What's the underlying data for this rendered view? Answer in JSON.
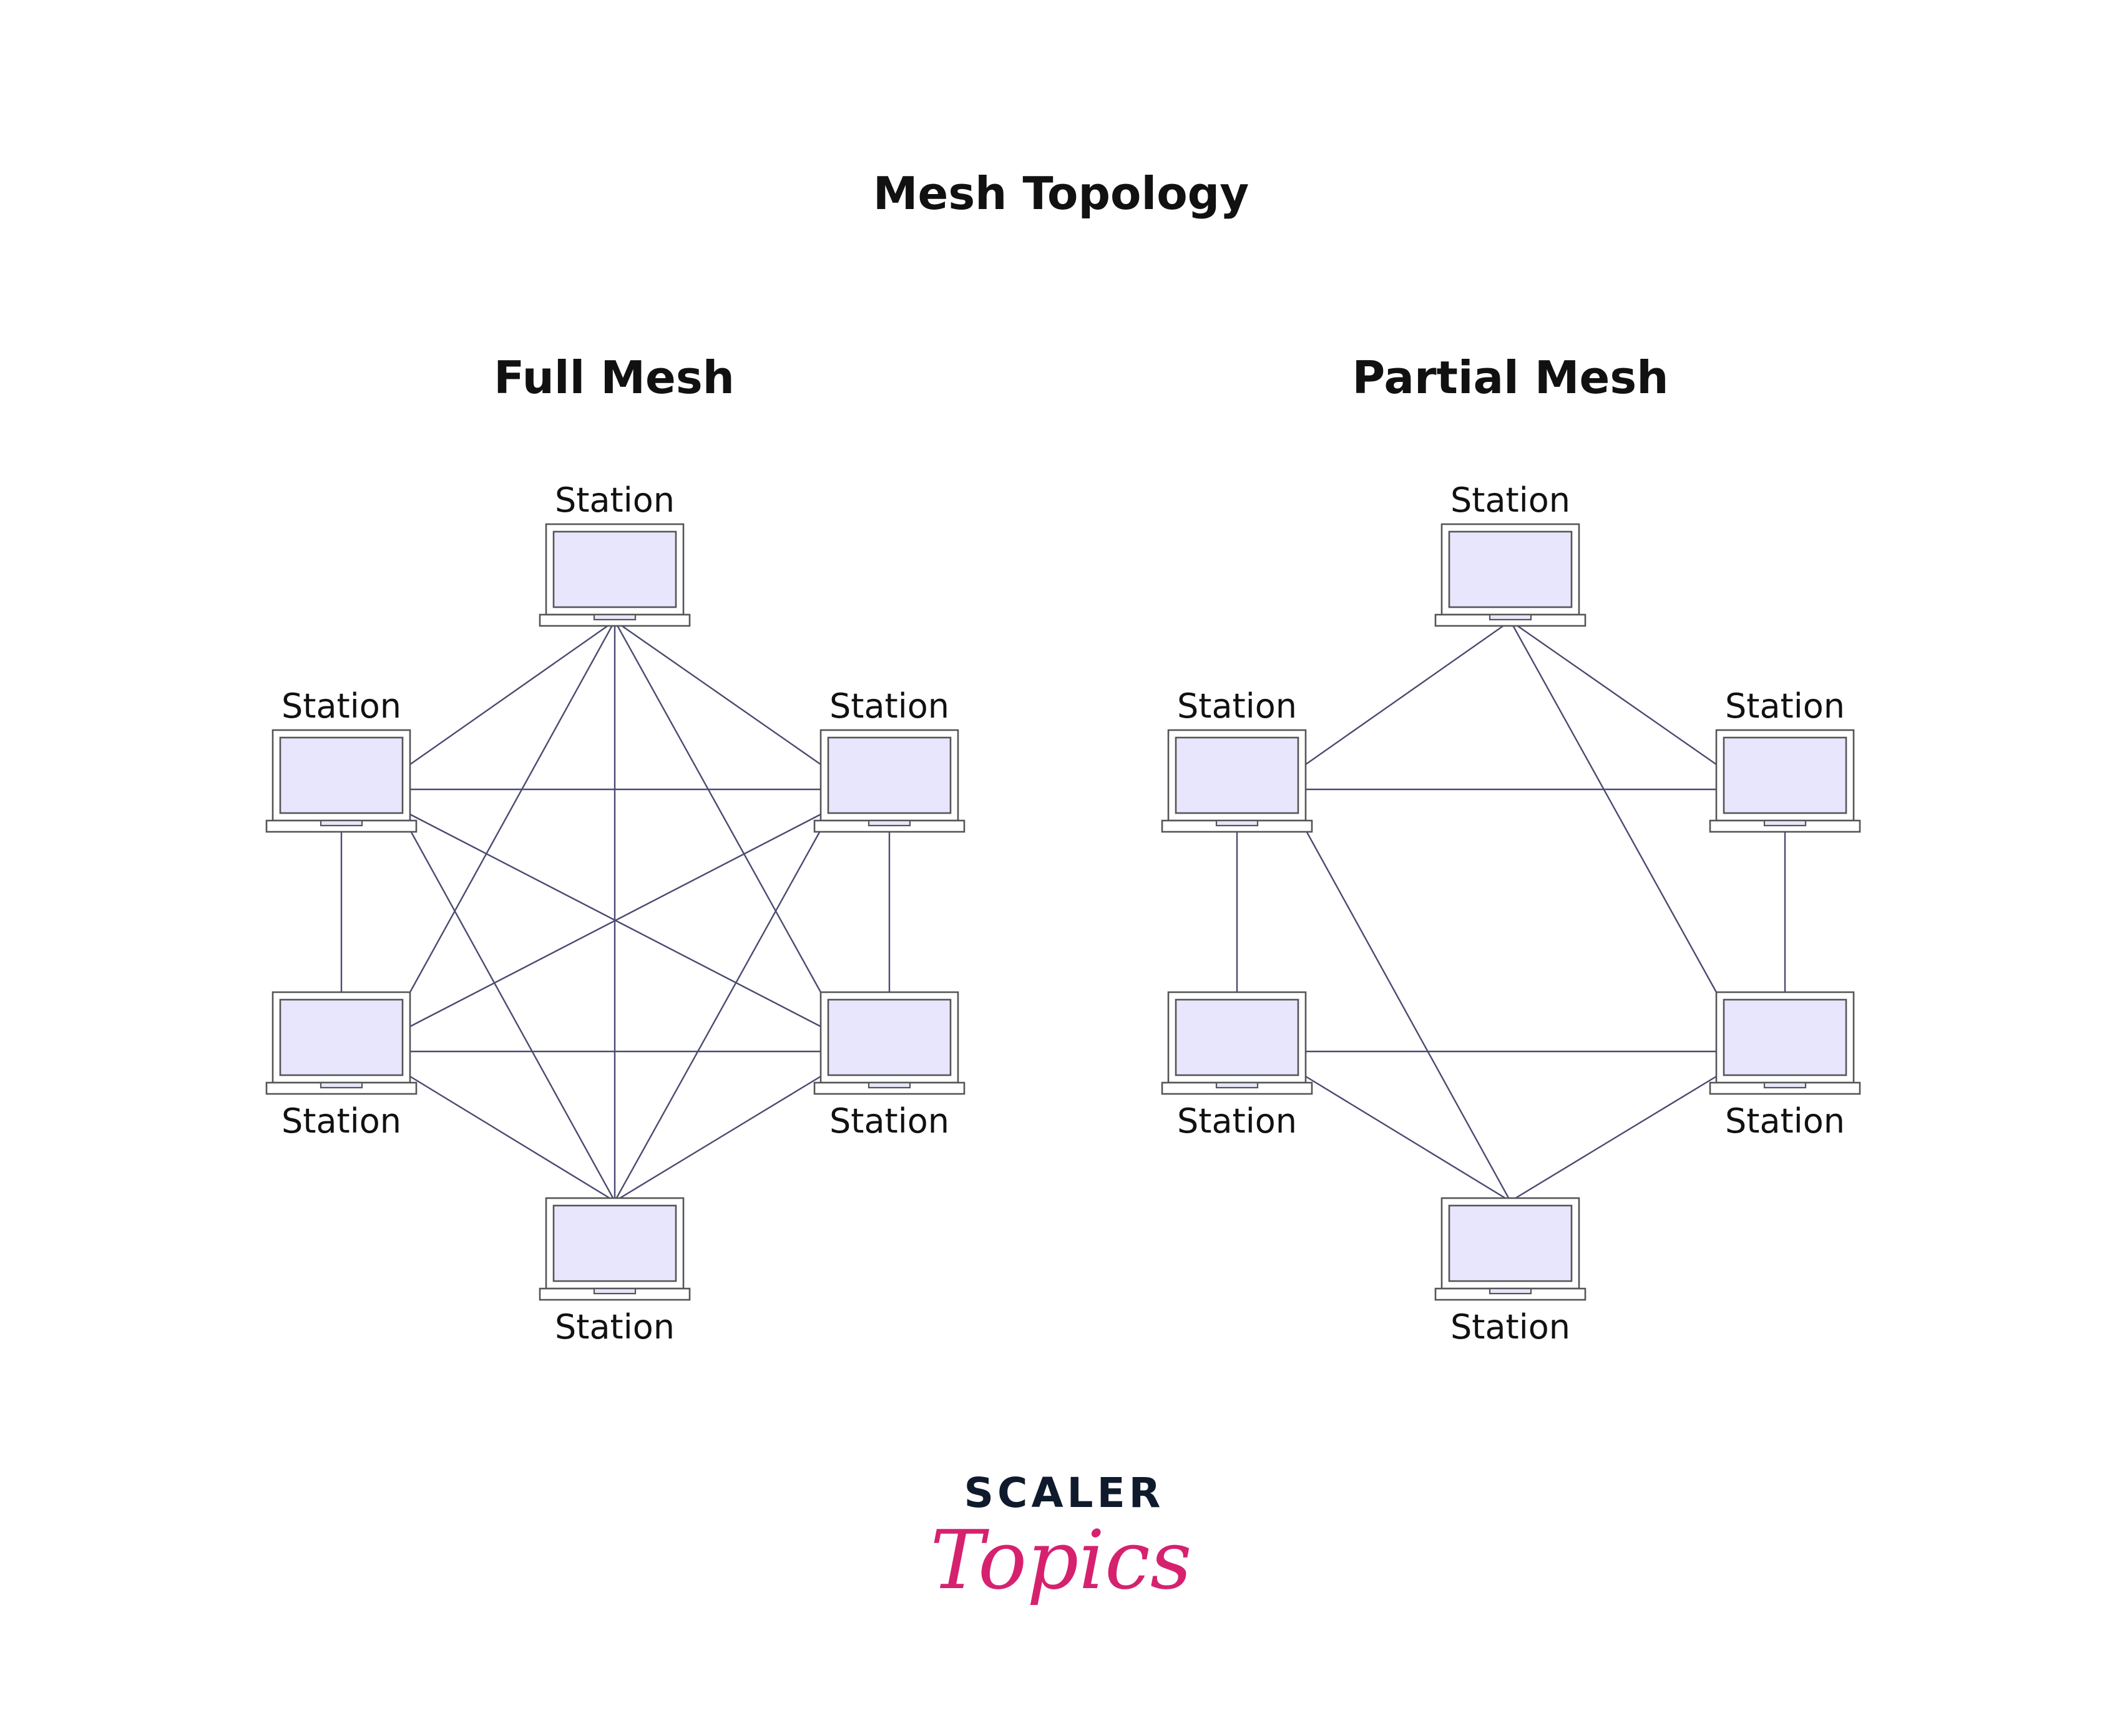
{
  "title": "Mesh Topology",
  "colors": {
    "screen": "#e7e6fc",
    "link": "#4a4a72",
    "outline": "#555555",
    "logo_dark": "#0f1b2d",
    "logo_accent": "#d6216f"
  },
  "diagrams": [
    {
      "name": "full-mesh",
      "title": "Full Mesh",
      "nodes": [
        {
          "id": "top",
          "label": "Station"
        },
        {
          "id": "upper-left",
          "label": "Station"
        },
        {
          "id": "upper-right",
          "label": "Station"
        },
        {
          "id": "lower-left",
          "label": "Station"
        },
        {
          "id": "lower-right",
          "label": "Station"
        },
        {
          "id": "bottom",
          "label": "Station"
        }
      ],
      "links": [
        [
          "top",
          "upper-left"
        ],
        [
          "top",
          "upper-right"
        ],
        [
          "top",
          "lower-left"
        ],
        [
          "top",
          "lower-right"
        ],
        [
          "top",
          "bottom"
        ],
        [
          "upper-left",
          "upper-right"
        ],
        [
          "upper-left",
          "lower-left"
        ],
        [
          "upper-left",
          "lower-right"
        ],
        [
          "upper-left",
          "bottom"
        ],
        [
          "upper-right",
          "lower-left"
        ],
        [
          "upper-right",
          "lower-right"
        ],
        [
          "upper-right",
          "bottom"
        ],
        [
          "lower-left",
          "lower-right"
        ],
        [
          "lower-left",
          "bottom"
        ],
        [
          "lower-right",
          "bottom"
        ]
      ]
    },
    {
      "name": "partial-mesh",
      "title": "Partial Mesh",
      "nodes": [
        {
          "id": "top",
          "label": "Station"
        },
        {
          "id": "upper-left",
          "label": "Station"
        },
        {
          "id": "upper-right",
          "label": "Station"
        },
        {
          "id": "lower-left",
          "label": "Station"
        },
        {
          "id": "lower-right",
          "label": "Station"
        },
        {
          "id": "bottom",
          "label": "Station"
        }
      ],
      "links": [
        [
          "top",
          "upper-left"
        ],
        [
          "top",
          "upper-right"
        ],
        [
          "top",
          "lower-right"
        ],
        [
          "upper-left",
          "upper-right"
        ],
        [
          "upper-left",
          "lower-left"
        ],
        [
          "upper-left",
          "bottom"
        ],
        [
          "upper-right",
          "lower-right"
        ],
        [
          "lower-left",
          "lower-right"
        ],
        [
          "lower-left",
          "bottom"
        ],
        [
          "lower-right",
          "bottom"
        ]
      ]
    }
  ],
  "logo": {
    "line1": "SCALER",
    "line2": "Topics"
  }
}
